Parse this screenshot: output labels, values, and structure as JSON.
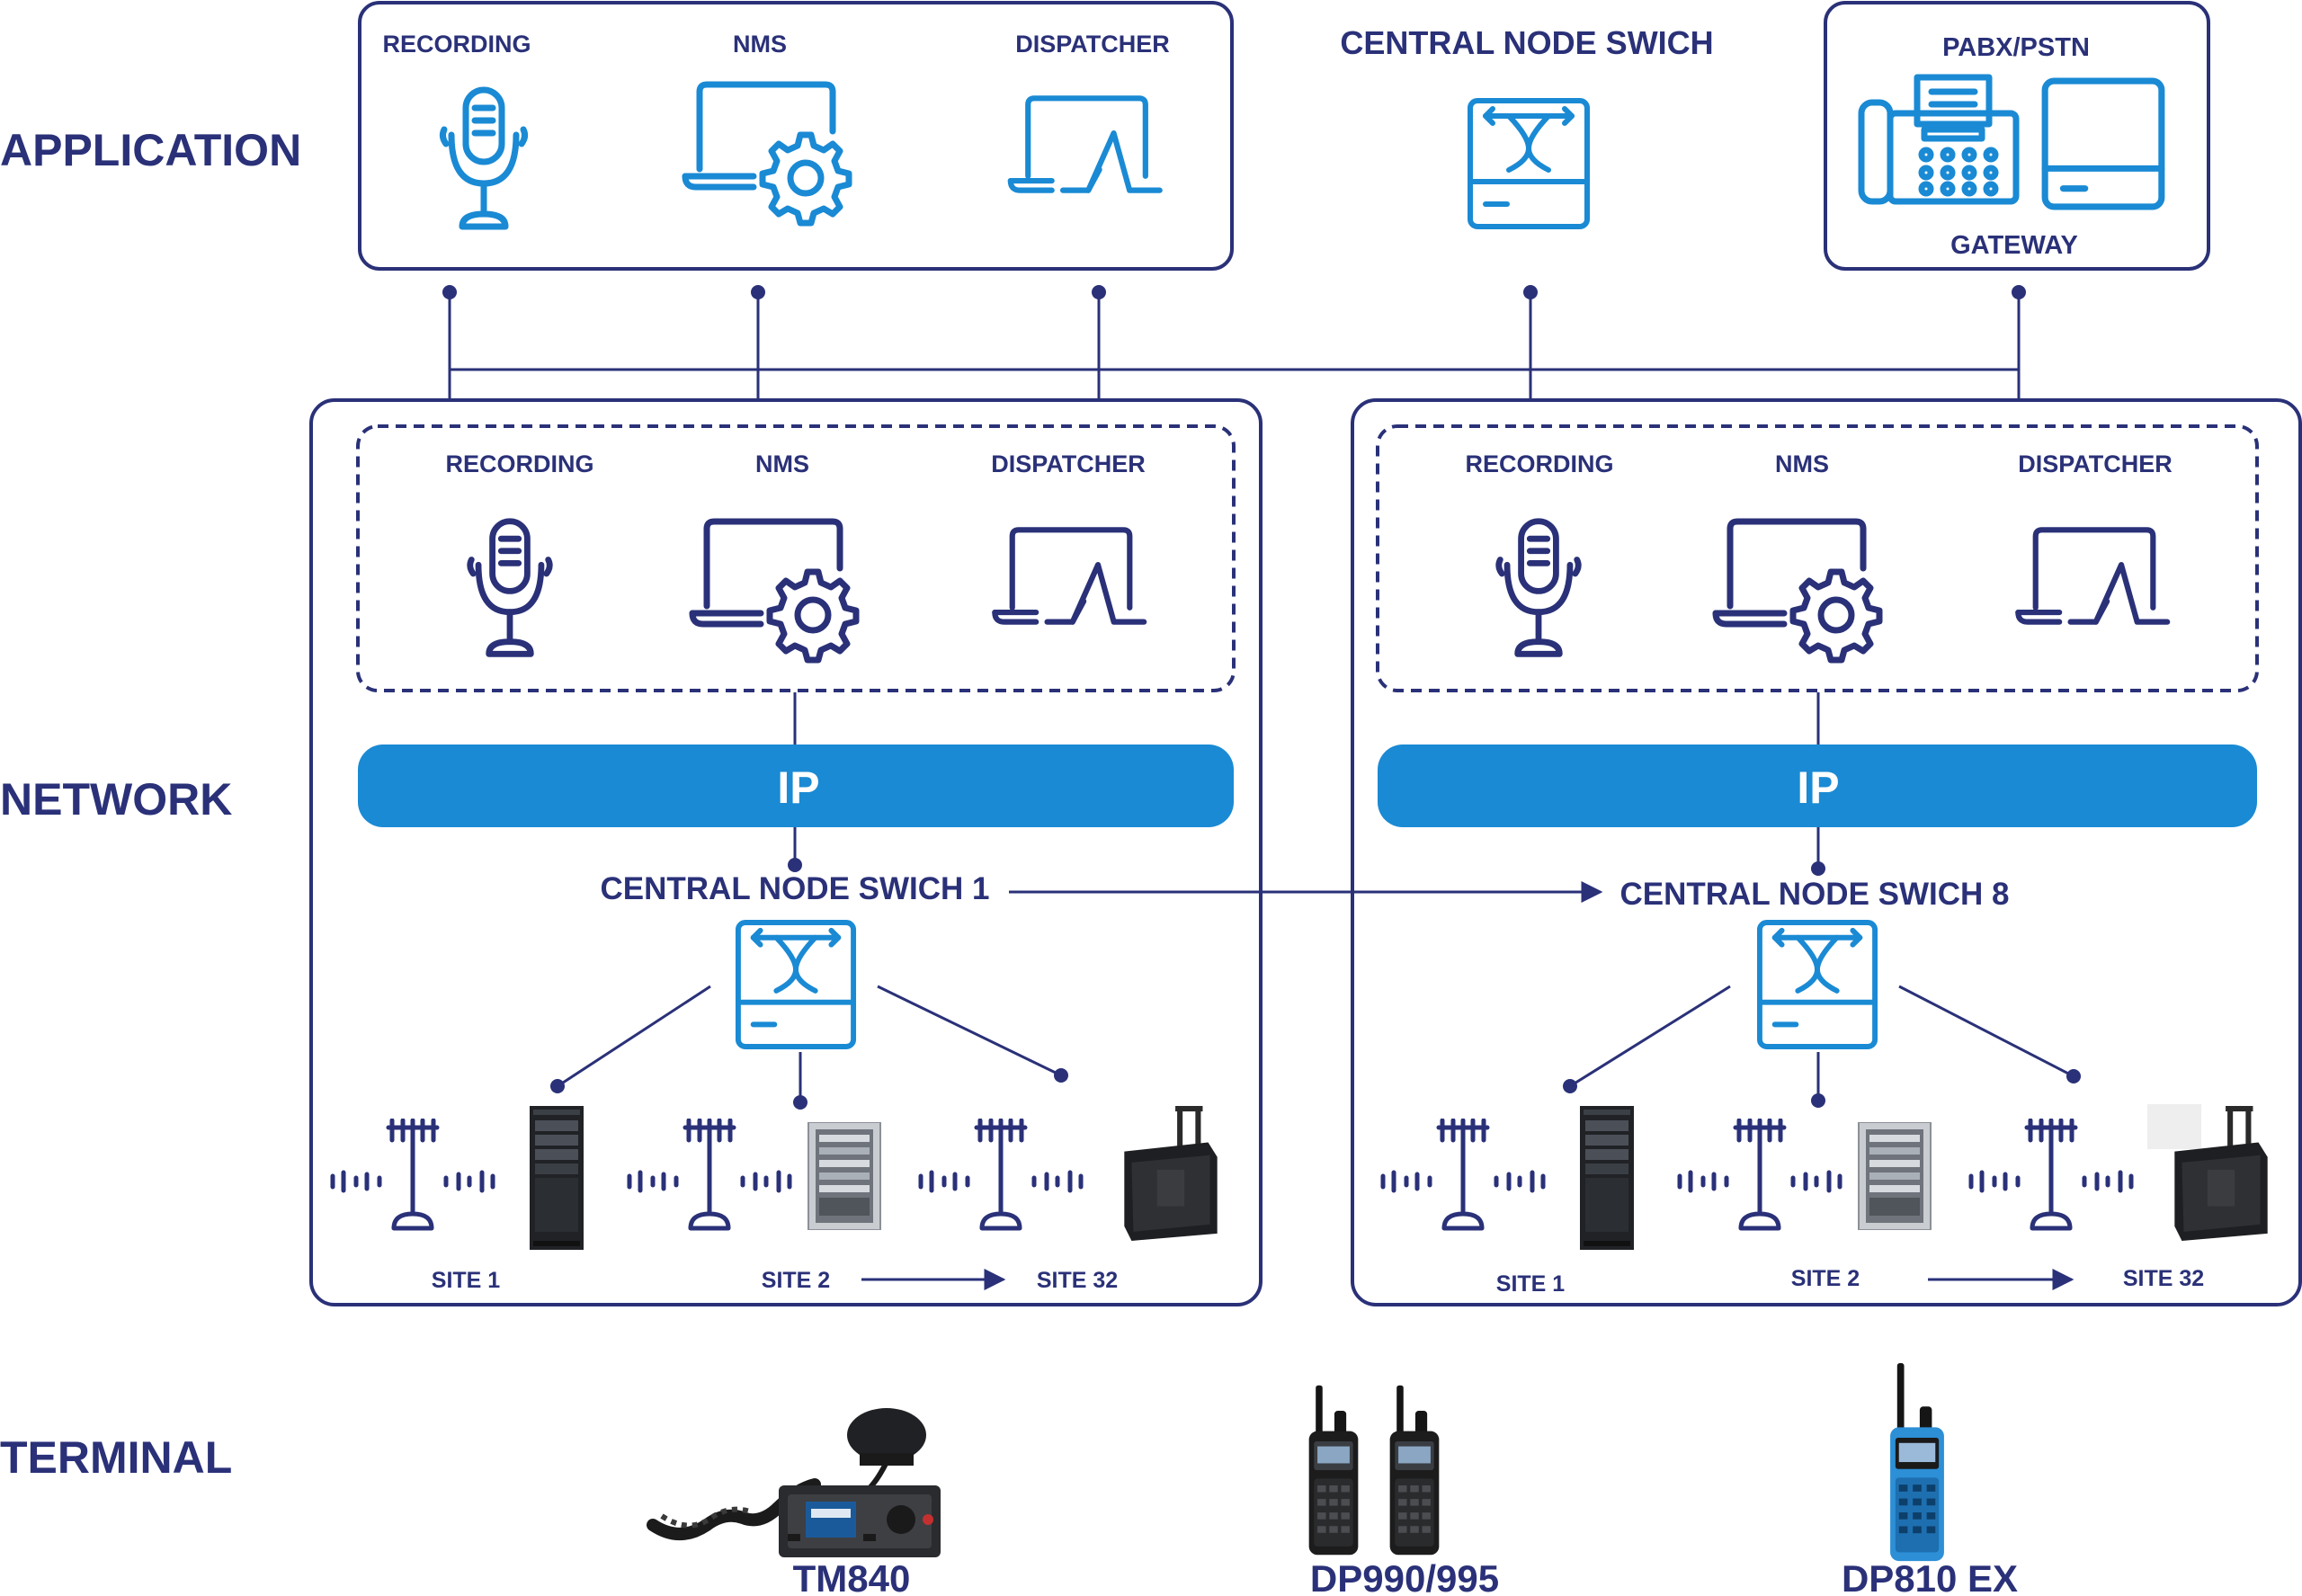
{
  "colors": {
    "navy": "#2a3178",
    "blue": "#1a8ad4",
    "white": "#ffffff"
  },
  "layers": {
    "application": "APPLICATION",
    "network": "NETWORK",
    "terminal": "TERMINAL"
  },
  "application": {
    "recording": "RECORDING",
    "nms": "NMS",
    "dispatcher": "DISPATCHER",
    "central_node": "CENTRAL NODE SWICH",
    "pabx": "PABX/PSTN",
    "gateway": "GATEWAY"
  },
  "left_network": {
    "recording": "RECORDING",
    "nms": "NMS",
    "dispatcher": "DISPATCHER",
    "ip": "IP",
    "switch": "CENTRAL NODE SWICH 1",
    "sites": [
      "SITE 1",
      "SITE 2",
      "SITE 32"
    ]
  },
  "right_network": {
    "recording": "RECORDING",
    "nms": "NMS",
    "dispatcher": "DISPATCHER",
    "ip": "IP",
    "switch": "CENTRAL NODE SWICH 8",
    "sites": [
      "SITE 1",
      "SITE 2",
      "SITE 32"
    ]
  },
  "terminals": [
    "TM840",
    "DP990/995",
    "DP810 EX"
  ],
  "icons": [
    "microphone-icon",
    "laptop-gear-icon",
    "laptop-signal-icon",
    "switch-icon",
    "fax-icon",
    "gateway-icon",
    "antenna-icon",
    "server-rack-icon",
    "portable-station-icon",
    "mobile-radio-icon",
    "handheld-radio-icon"
  ]
}
